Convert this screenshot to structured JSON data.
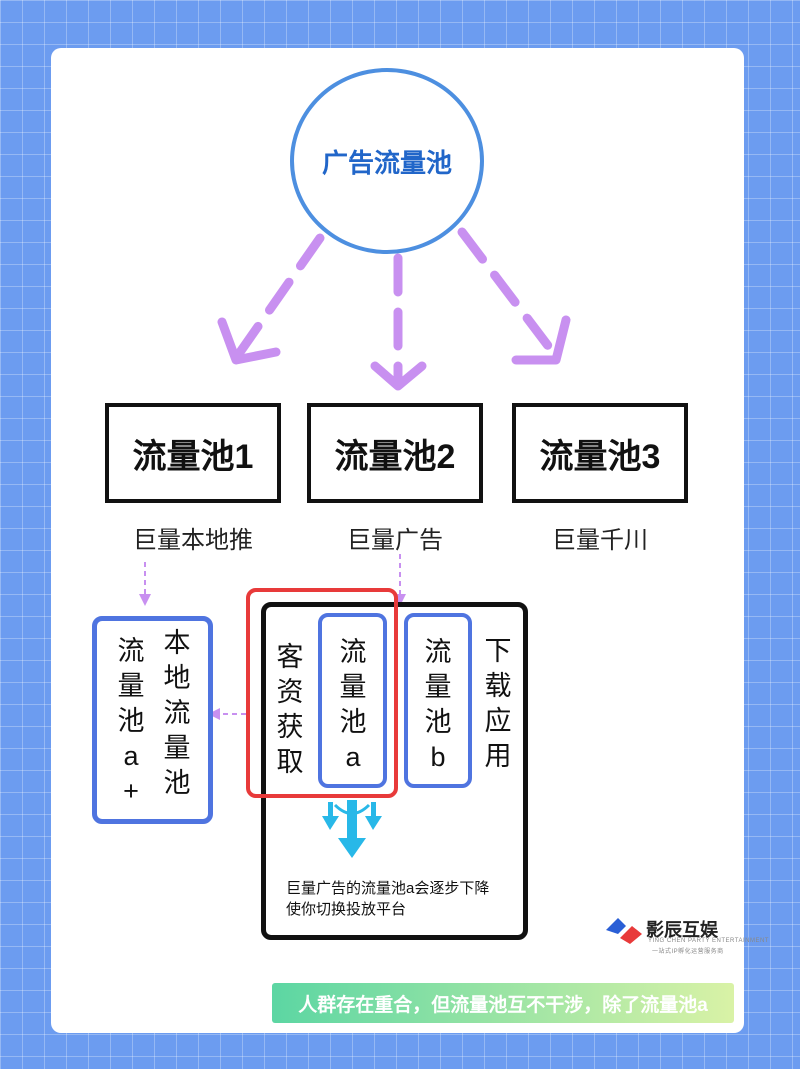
{
  "root": {
    "label": "广告流量池"
  },
  "pools": [
    {
      "label": "流量池1",
      "platform": "巨量本地推"
    },
    {
      "label": "流量池2",
      "platform": "巨量广告"
    },
    {
      "label": "流量池3",
      "platform": "巨量千川"
    }
  ],
  "left_box": {
    "col1": [
      "流",
      "量",
      "池",
      "a",
      "+"
    ],
    "col2": [
      "本",
      "地",
      "流",
      "量",
      "池"
    ]
  },
  "black_box": {
    "customer_acquisition": [
      "客",
      "资",
      "获",
      "取"
    ],
    "pool_a": [
      "流",
      "量",
      "池",
      "a"
    ],
    "pool_b": [
      "流",
      "量",
      "池",
      "b"
    ],
    "download_app": [
      "下",
      "载",
      "应",
      "用"
    ],
    "note_line1": "巨量广告的流量池a会逐步下降",
    "note_line2": "使你切换投放平台"
  },
  "logo": {
    "name": "影辰互娱",
    "sub": "YING CHEN PARTY ENTERTAINMENT",
    "sub2": "一站式IP孵化运营服务商"
  },
  "banner": {
    "text": "人群存在重合，但流量池互不干涉，除了流量池a"
  },
  "colors": {
    "root_border": "#4d8fe0",
    "arrow_purple": "#c890f0",
    "red_box": "#e83a3a",
    "blue_box": "#4f74e0",
    "cyan_arrow": "#28b8e8",
    "banner_start": "#5cd6a3",
    "banner_end": "#d9f2a6"
  }
}
